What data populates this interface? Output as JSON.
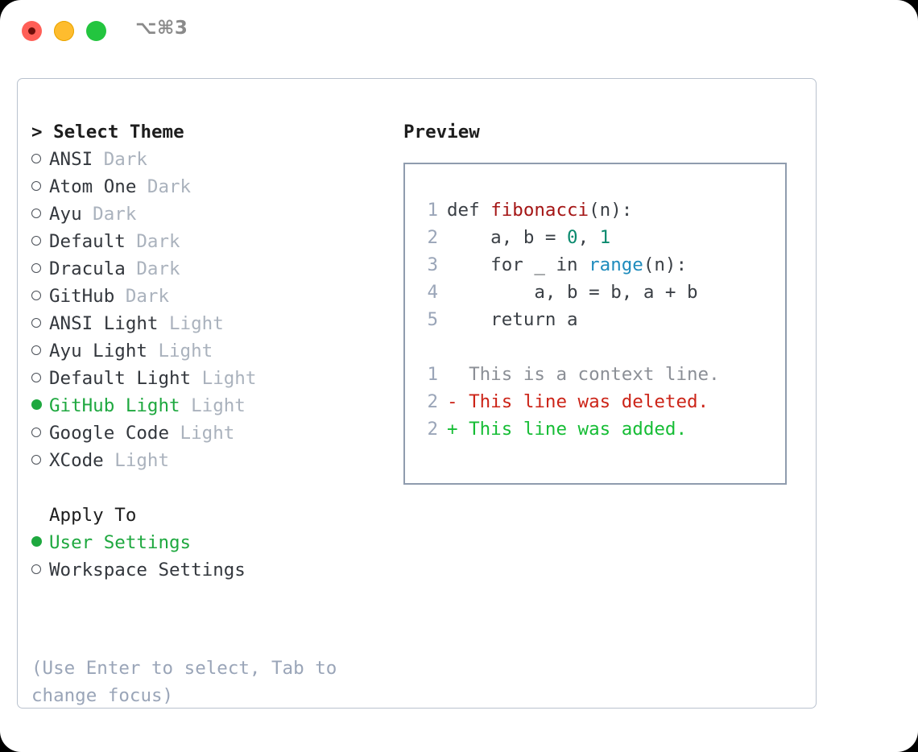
{
  "titlebar": {
    "shortcut": "⌥⌘3",
    "buttons": [
      {
        "name": "close",
        "color": "#ff5f57"
      },
      {
        "name": "minimize",
        "color": "#febc2e"
      },
      {
        "name": "zoom",
        "color": "#23c53f"
      }
    ]
  },
  "theme_picker": {
    "header": "> Select Theme",
    "items": [
      {
        "marker": "○",
        "name": "ANSI",
        "tag": "Dark",
        "selected": false
      },
      {
        "marker": "○",
        "name": "Atom One",
        "tag": "Dark",
        "selected": false
      },
      {
        "marker": "○",
        "name": "Ayu",
        "tag": "Dark",
        "selected": false
      },
      {
        "marker": "○",
        "name": "Default",
        "tag": "Dark",
        "selected": false
      },
      {
        "marker": "○",
        "name": "Dracula",
        "tag": "Dark",
        "selected": false
      },
      {
        "marker": "○",
        "name": "GitHub",
        "tag": "Dark",
        "selected": false
      },
      {
        "marker": "○",
        "name": "ANSI Light",
        "tag": "Light",
        "selected": false
      },
      {
        "marker": "○",
        "name": "Ayu Light",
        "tag": "Light",
        "selected": false
      },
      {
        "marker": "○",
        "name": "Default Light",
        "tag": "Light",
        "selected": false
      },
      {
        "marker": "●",
        "name": "GitHub Light",
        "tag": "Light",
        "selected": true
      },
      {
        "marker": "○",
        "name": "Google Code",
        "tag": "Light",
        "selected": false
      },
      {
        "marker": "○",
        "name": "XCode",
        "tag": "Light",
        "selected": false
      }
    ]
  },
  "apply_to": {
    "header": "Apply To",
    "items": [
      {
        "marker": "●",
        "name": "User Settings",
        "selected": true
      },
      {
        "marker": "○",
        "name": "Workspace Settings",
        "selected": false
      }
    ]
  },
  "help_text": "(Use Enter to select, Tab to change focus)",
  "preview": {
    "title": "Preview",
    "code_lines": [
      {
        "num": "1",
        "tokens": [
          {
            "t": "def ",
            "c": "plain"
          },
          {
            "t": "fibonacci",
            "c": "func"
          },
          {
            "t": "(n):",
            "c": "plain"
          }
        ]
      },
      {
        "num": "2",
        "tokens": [
          {
            "t": "    a, b = ",
            "c": "plain"
          },
          {
            "t": "0",
            "c": "num"
          },
          {
            "t": ", ",
            "c": "plain"
          },
          {
            "t": "1",
            "c": "num"
          }
        ]
      },
      {
        "num": "3",
        "tokens": [
          {
            "t": "    for _ in ",
            "c": "plain"
          },
          {
            "t": "range",
            "c": "call"
          },
          {
            "t": "(n):",
            "c": "plain"
          }
        ]
      },
      {
        "num": "4",
        "tokens": [
          {
            "t": "        a, b = b, a + b",
            "c": "plain"
          }
        ]
      },
      {
        "num": "5",
        "tokens": [
          {
            "t": "    return a",
            "c": "plain"
          }
        ]
      }
    ],
    "diff_lines": [
      {
        "num": "1",
        "prefix": "  ",
        "text": "This is a context line.",
        "kind": "context"
      },
      {
        "num": "2",
        "prefix": "- ",
        "text": "This line was deleted.",
        "kind": "deleted"
      },
      {
        "num": "2",
        "prefix": "+ ",
        "text": "This line was added.",
        "kind": "added"
      }
    ]
  },
  "colors": {
    "accent_green": "#1ea83f",
    "muted": "#aab2bd",
    "help": "#9aa5b8",
    "panel_border": "#b9c2ce",
    "preview_border": "#8f9cae",
    "syntax_function": "#a41515",
    "syntax_number": "#0a8a6e",
    "syntax_call": "#1f8cbd",
    "diff_deleted": "#cc2418",
    "diff_added": "#16bd35"
  }
}
